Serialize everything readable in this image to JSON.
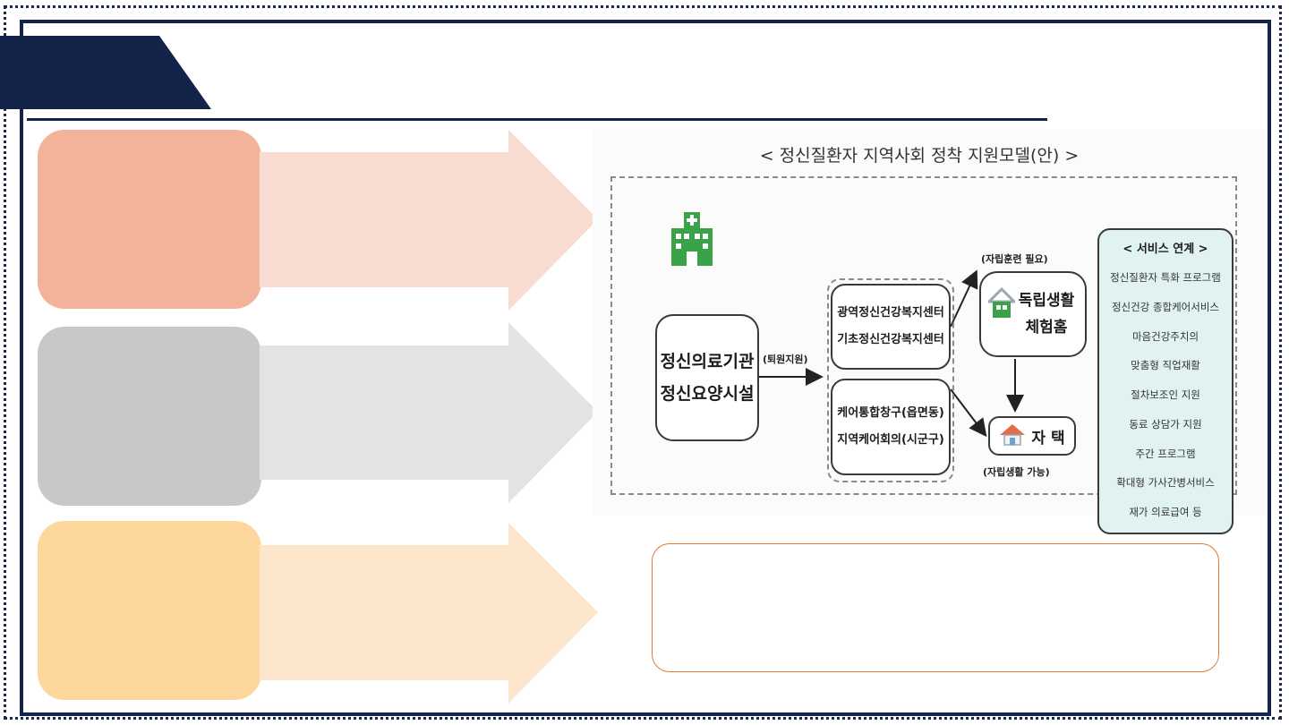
{
  "colors": {
    "navy": "#14234a",
    "row_salmon": "#f3b29a",
    "row_salmon_arrow": "#f8dcd2",
    "row_gray": "#c8c8c8",
    "row_gray_arrow": "#e3e3e3",
    "row_orange": "#fed79c",
    "row_orange_arrow": "#fde7cc",
    "note_border": "#e07a33",
    "service_bg": "#e0f2f2",
    "hospital_icon": "#3aa34a"
  },
  "diagram": {
    "title": "< 정신질환자 지역사회 정착 지원모델(안) >",
    "hospital_line1": "정신의료기관",
    "hospital_line2": "정신요양시설",
    "hospital_icon": "hospital-icon",
    "discharge_label": "(퇴원지원)",
    "center_line1": "광역정신건강복지센터",
    "center_line2": "기초정신건강복지센터",
    "care_line1": "케어통합창구(읍면동)",
    "care_line2": "지역케어회의(시군구)",
    "indep_note": "(자립훈련 필요)",
    "indep_line1": "독립생활",
    "indep_line2": "체험홈",
    "home_label": "자 택",
    "home_note": "(자립생활 가능)",
    "services_title": "< 서비스 연계 >",
    "services": [
      "정신질환자 특화 프로그램",
      "정신건강 종합케어서비스",
      "마음건강주치의",
      "맞춤형 직업재활",
      "절차보조인 지원",
      "동료 상담가 지원",
      "주간 프로그램",
      "확대형 가사간병서비스",
      "재가 의료급여 등"
    ]
  }
}
